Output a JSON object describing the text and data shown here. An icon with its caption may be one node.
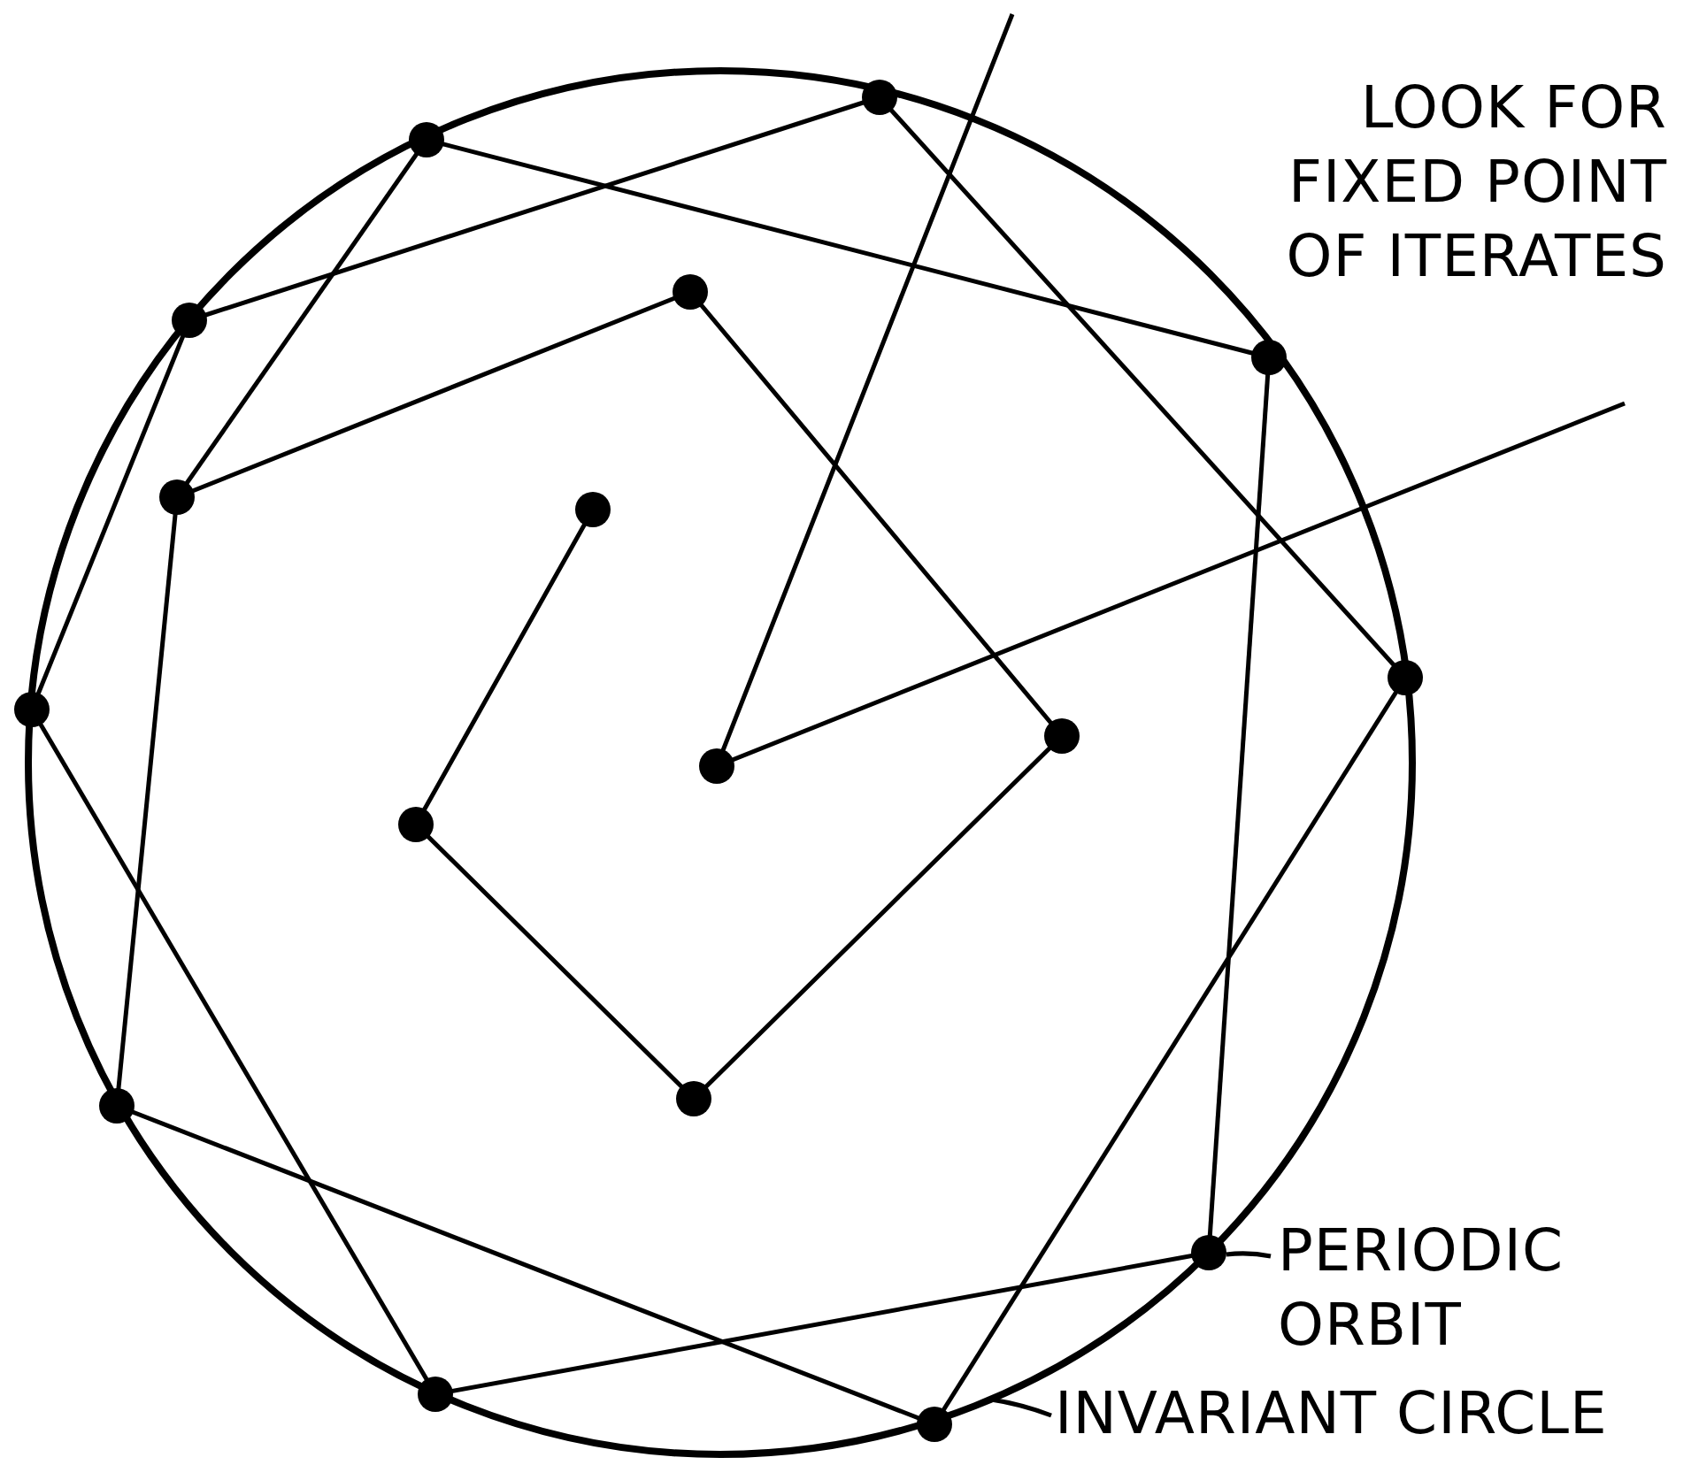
{
  "diagram": {
    "nodes": [
      {
        "text": [
          "PERIODIC ORBIT"
        ]
      },
      {
        "text": [],
        "shape": "circle"
      },
      {
        "text": [
          "INVARIANT CIRCLE"
        ]
      },
      {
        "text": [],
        "shape": "circle"
      }
    ],
    "edges": [
      {
        "from": 0,
        "to": 1,
        "arrow": "none"
      },
      {
        "from": 2,
        "to": 3,
        "arrow": "none"
      }
    ],
    "labels": [
      "LOOK FOR FIXED POINT OF ITERATES"
    ]
  }
}
